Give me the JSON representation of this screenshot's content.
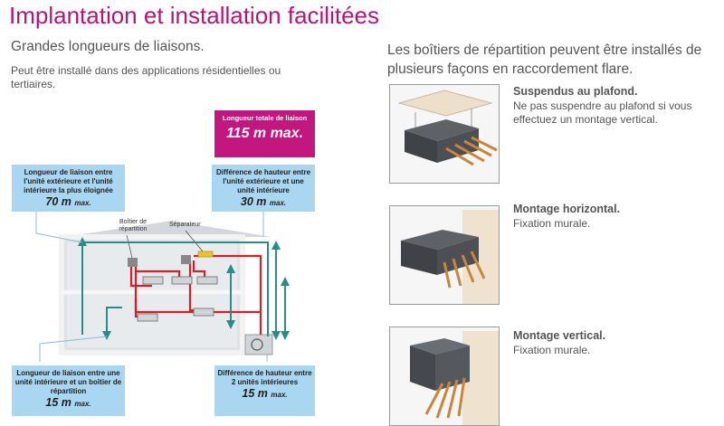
{
  "title": "Implantation et installation facilitées",
  "left": {
    "subtitle": "Grandes longueurs de liaisons.",
    "description": "Peut être installé dans des applications résidentielles ou tertiaires."
  },
  "right": {
    "heading": "Les boîtiers de répartition peuvent être installés de plusieurs façons en raccordement flare."
  },
  "diagram": {
    "total": {
      "label": "Longueur totale de liaison",
      "value": "115 m max."
    },
    "box_tl": {
      "text": "Longueur de liaison entre l'unité extérieure et l'unité intérieure la plus éloignée",
      "value": "70 m",
      "unit": "max."
    },
    "box_tr": {
      "text": "Différence de hauteur entre l'unité extérieure et une unité intérieure",
      "value": "30 m",
      "unit": "max."
    },
    "box_bl": {
      "text": "Longueur de liaison entre une unité intérieure et un boîtier de répartition",
      "value": "15 m",
      "unit": "max."
    },
    "box_br": {
      "text": "Différence de hauteur entre 2 unités intérieures",
      "value": "15 m",
      "unit": "max."
    },
    "label_boitier": "Boîtier de répartition",
    "label_separateur": "Séparateur"
  },
  "options": [
    {
      "title": "Suspendus au plafond.",
      "text": "Ne pas suspendre au plafond si vous effectuez un montage vertical."
    },
    {
      "title": "Montage horizontal.",
      "text": "Fixation murale."
    },
    {
      "title": "Montage vertical.",
      "text": "Fixation murale."
    }
  ],
  "colors": {
    "title": "#b4157a",
    "accent_box": "#c3177f",
    "info_box": "#a9d6f0",
    "refrigerant_line": "#d42027",
    "dimension_arrow": "#2a8c86"
  }
}
